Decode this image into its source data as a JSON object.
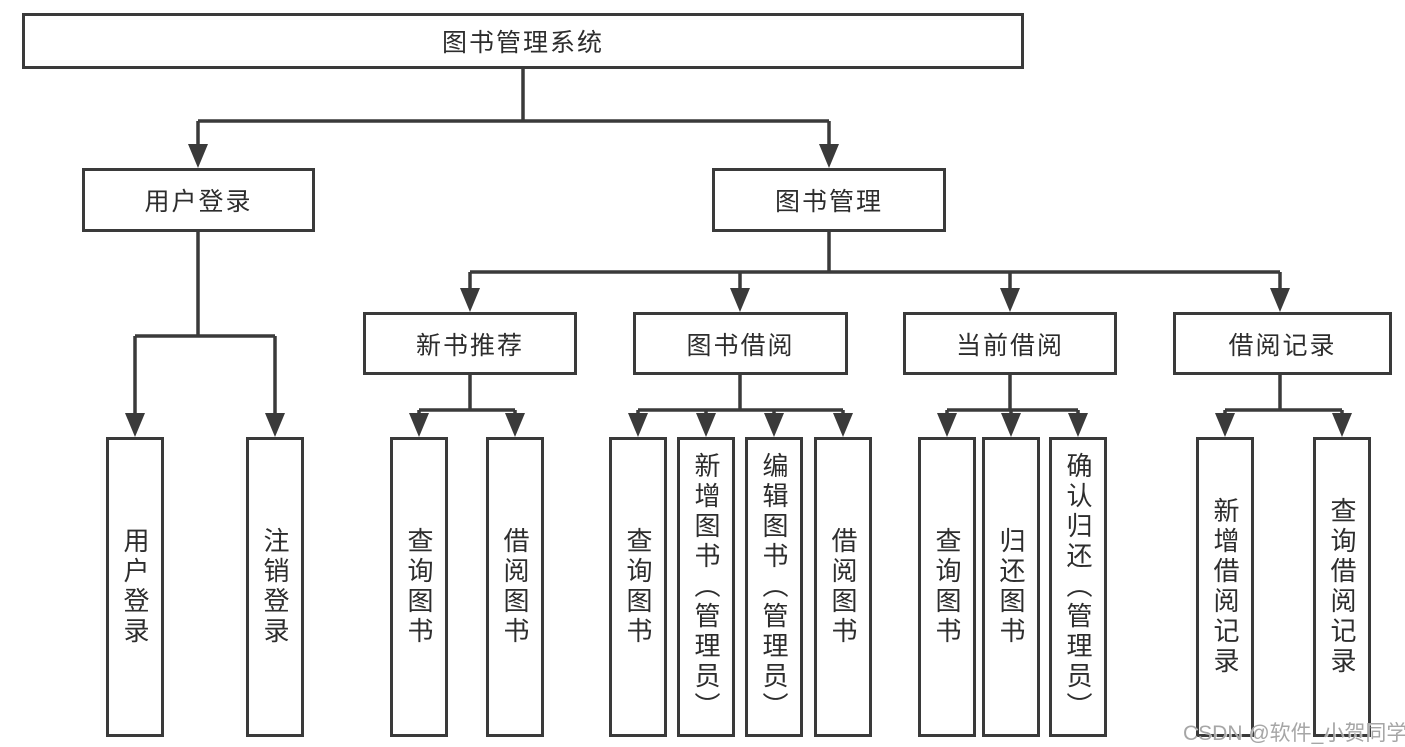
{
  "diagram": {
    "root": {
      "label": "图书管理系统"
    },
    "branches": [
      {
        "label": "用户登录",
        "children": [
          {
            "label": "用户登录"
          },
          {
            "label": "注销登录"
          }
        ]
      },
      {
        "label": "图书管理",
        "children": [
          {
            "label": "新书推荐",
            "children": [
              {
                "label": "查询图书"
              },
              {
                "label": "借阅图书"
              }
            ]
          },
          {
            "label": "图书借阅",
            "children": [
              {
                "label": "查询图书"
              },
              {
                "label": "新增图书（管理员）"
              },
              {
                "label": "编辑图书（管理员）"
              },
              {
                "label": "借阅图书"
              }
            ]
          },
          {
            "label": "当前借阅",
            "children": [
              {
                "label": "查询图书"
              },
              {
                "label": "归还图书"
              },
              {
                "label": "确认归还（管理员）"
              }
            ]
          },
          {
            "label": "借阅记录",
            "children": [
              {
                "label": "新增借阅记录"
              },
              {
                "label": "查询借阅记录"
              }
            ]
          }
        ]
      }
    ],
    "watermark": "CSDN @软件_小贺同学",
    "colors": {
      "line": "#3a3a3a",
      "text": "#2d2d2d",
      "background": "#ffffff",
      "watermark": "#a6a6a6"
    }
  }
}
